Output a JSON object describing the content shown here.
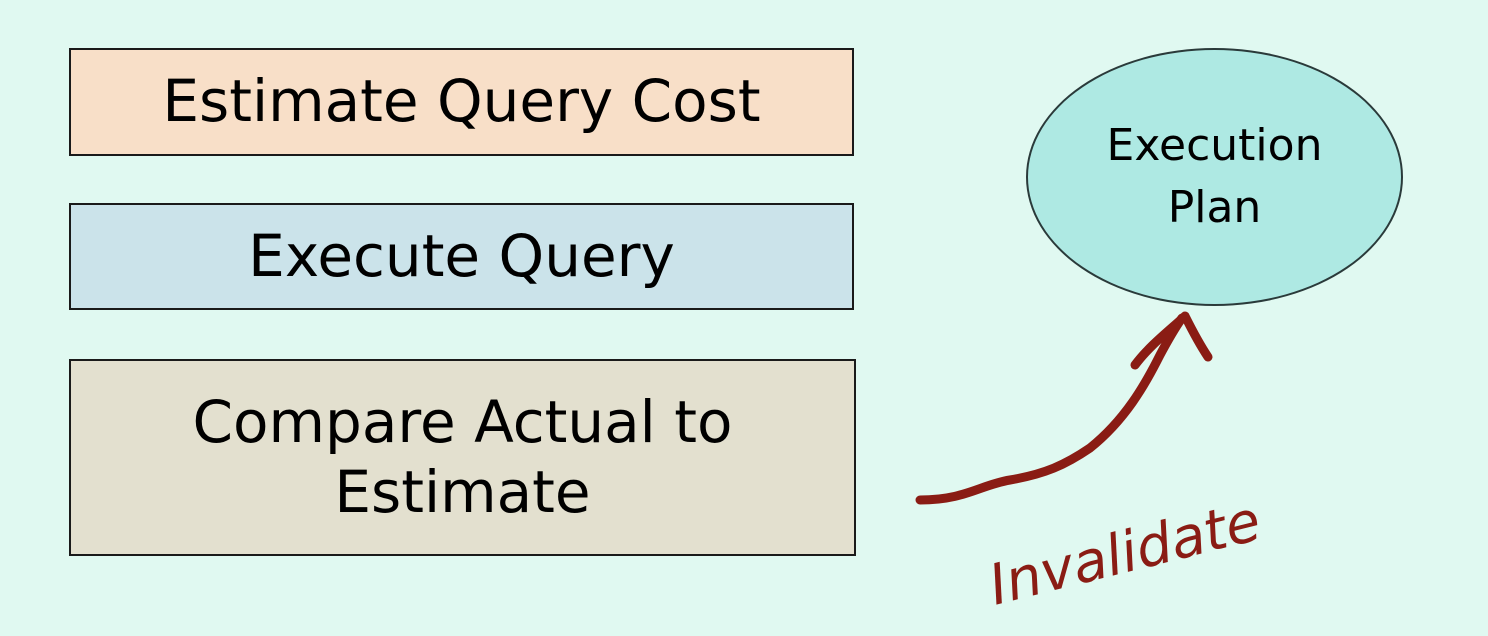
{
  "colors": {
    "background": "#e0f9f1",
    "estimate_box": "#f8dfc8",
    "execute_box": "#cbe3ea",
    "compare_box": "#e3e0cf",
    "plan_node": "#aee9e3",
    "arrow": "#8a1c14"
  },
  "steps": [
    {
      "lines": [
        "Estimate Query Cost"
      ]
    },
    {
      "lines": [
        "Execute Query"
      ]
    },
    {
      "lines": [
        "Compare Actual to",
        "Estimate"
      ]
    }
  ],
  "plan_node": {
    "lines": [
      "Execution",
      "Plan"
    ]
  },
  "arrow": {
    "label": "Invalidate",
    "icon": "handdrawn-arrow-icon"
  }
}
